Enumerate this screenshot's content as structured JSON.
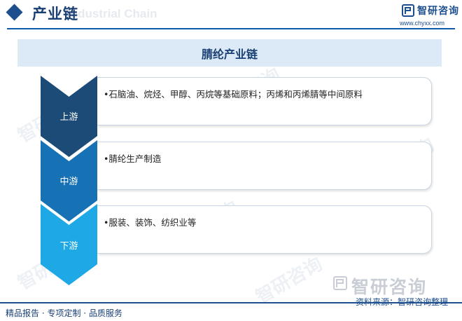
{
  "header": {
    "title": "产业链",
    "watermark_en": "Industrial Chain",
    "brand_name": "智研咨询",
    "brand_url": "www.chyxx.com"
  },
  "diagram": {
    "title": "腈纶产业链",
    "stages": [
      {
        "label": "上游",
        "text": "•石脑油、烷烃、甲醇、丙烷等基础原料；丙烯和丙烯腈等中间原料",
        "color": "#1b4b76"
      },
      {
        "label": "中游",
        "text": "•腈纶生产制造",
        "color": "#1671b5"
      },
      {
        "label": "下游",
        "text": "•服装、装饰、纺织业等",
        "color": "#1fa8e6"
      }
    ]
  },
  "watermark": {
    "brand_name": "智研咨询"
  },
  "footer": {
    "source": "资料来源：智研咨询整理",
    "tagline": "精品报告 · 专项定制 · 品质服务"
  }
}
